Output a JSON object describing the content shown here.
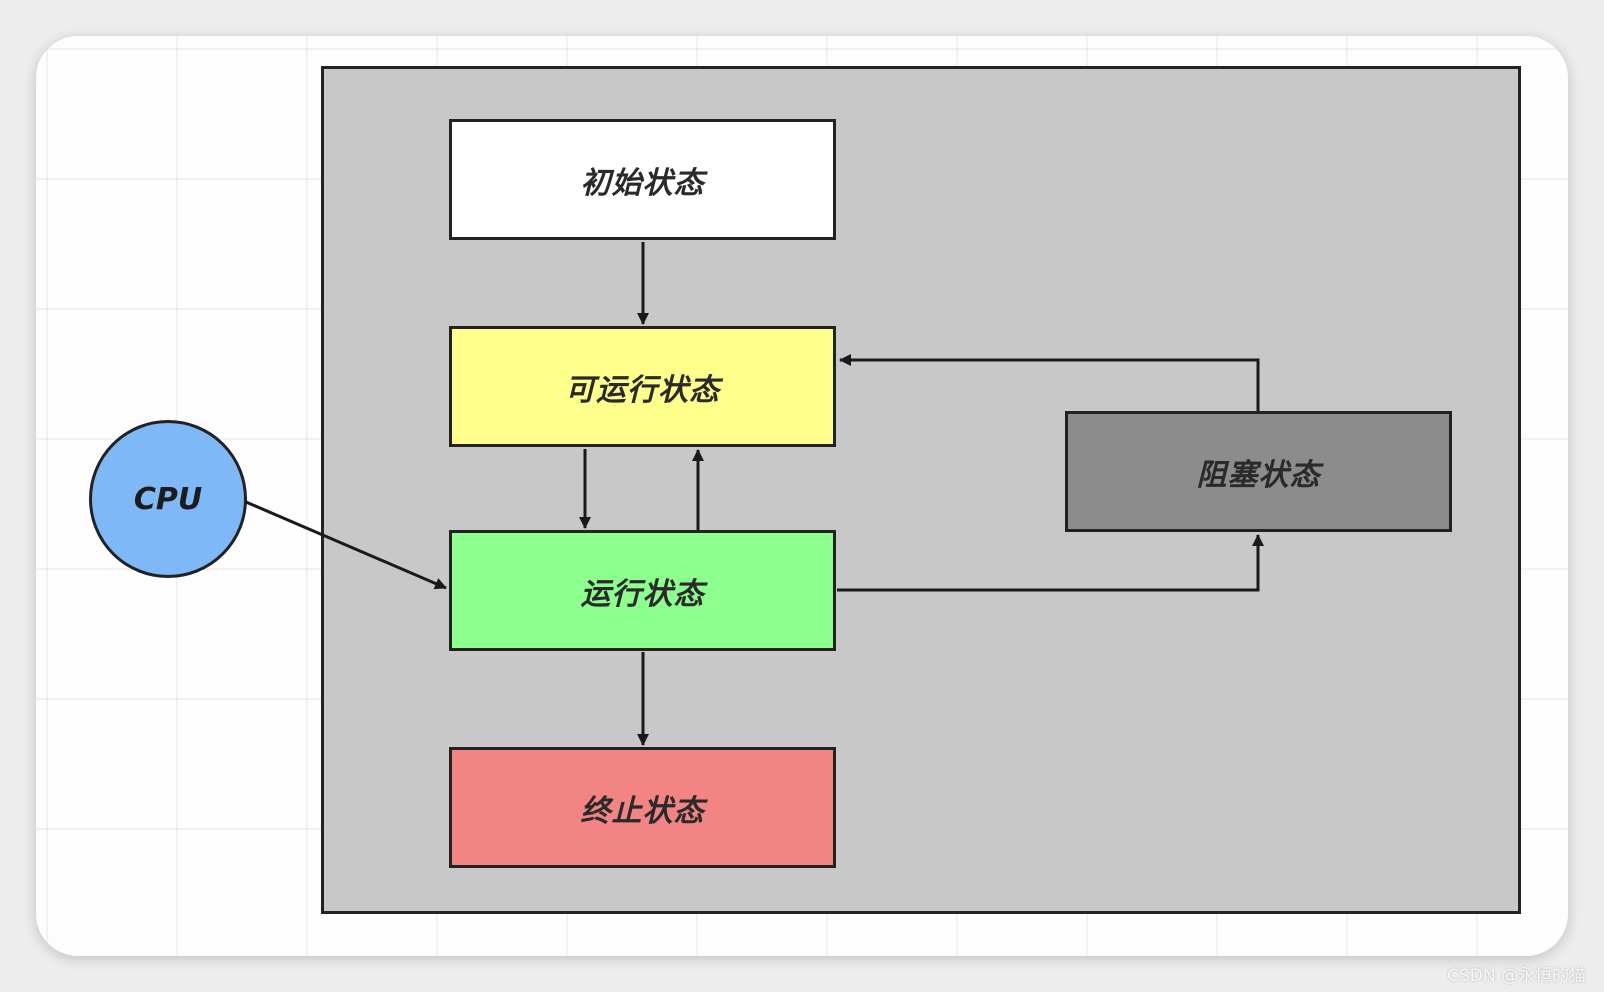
{
  "diagram": {
    "states": {
      "initial": {
        "label": "初始状态",
        "color": "#ffffff"
      },
      "runnable": {
        "label": "可运行状态",
        "color": "#ffff8c"
      },
      "running": {
        "label": "运行状态",
        "color": "#8cff8c"
      },
      "blocked": {
        "label": "阻塞状态",
        "color": "#8c8c8c"
      },
      "terminated": {
        "label": "终止状态",
        "color": "#f28484"
      }
    },
    "cpu": {
      "label": "CPU",
      "color": "#7eb8f7"
    },
    "container_color": "#c8c8c8",
    "edges": [
      {
        "from": "initial",
        "to": "runnable"
      },
      {
        "from": "runnable",
        "to": "running"
      },
      {
        "from": "running",
        "to": "runnable"
      },
      {
        "from": "running",
        "to": "blocked"
      },
      {
        "from": "blocked",
        "to": "runnable"
      },
      {
        "from": "running",
        "to": "terminated"
      },
      {
        "from": "cpu",
        "to": "running"
      }
    ]
  },
  "watermark": "CSDN @永恒的猫"
}
